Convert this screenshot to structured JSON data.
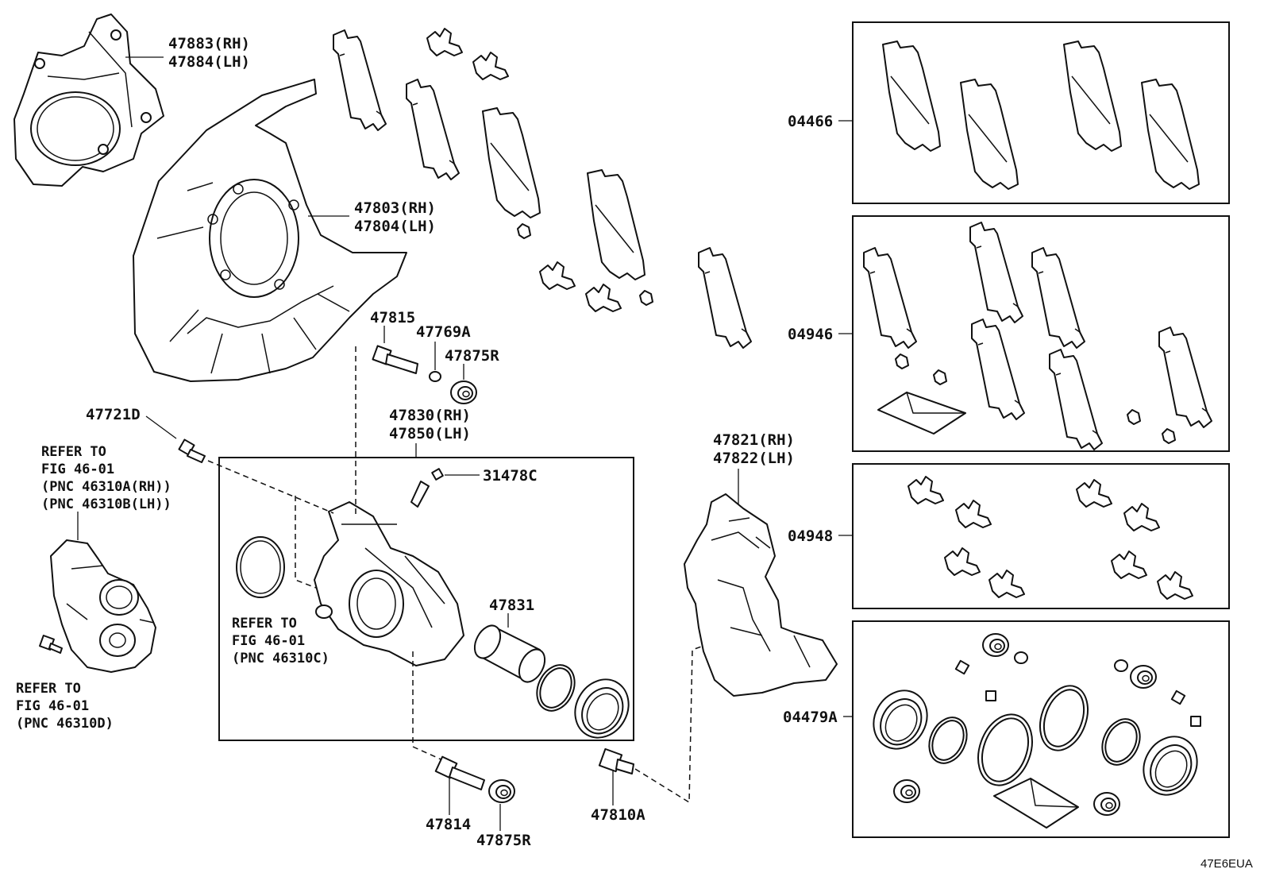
{
  "labels": {
    "backing_plate": [
      "47883(RH)",
      "47884(LH)"
    ],
    "dust_cover": [
      "47803(RH)",
      "47804(LH)"
    ],
    "pin_47815": "47815",
    "boot_47769A": "47769A",
    "boot_47875R_top": "47875R",
    "caliper_assy": [
      "47830(RH)",
      "47850(LH)"
    ],
    "bolt_47721D": "47721D",
    "bleeder_31478C": "31478C",
    "piston_47831": "47831",
    "mounting": [
      "47821(RH)",
      "47822(LH)"
    ],
    "pin_47814": "47814",
    "boot_47875R_bottom": "47875R",
    "bolt_47810A": "47810A",
    "kit_04466": "04466",
    "kit_04946": "04946",
    "kit_04948": "04948",
    "kit_04479A": "04479A"
  },
  "refer_motor": [
    "REFER TO",
    "FIG 46-01",
    "(PNC 46310A(RH))",
    "(PNC 46310B(LH))"
  ],
  "refer_seal": [
    "REFER TO",
    "FIG 46-01",
    "(PNC 46310C)"
  ],
  "refer_bolt": [
    "REFER TO",
    "FIG 46-01",
    "(PNC 46310D)"
  ],
  "illustration_code": "47E6EUA"
}
